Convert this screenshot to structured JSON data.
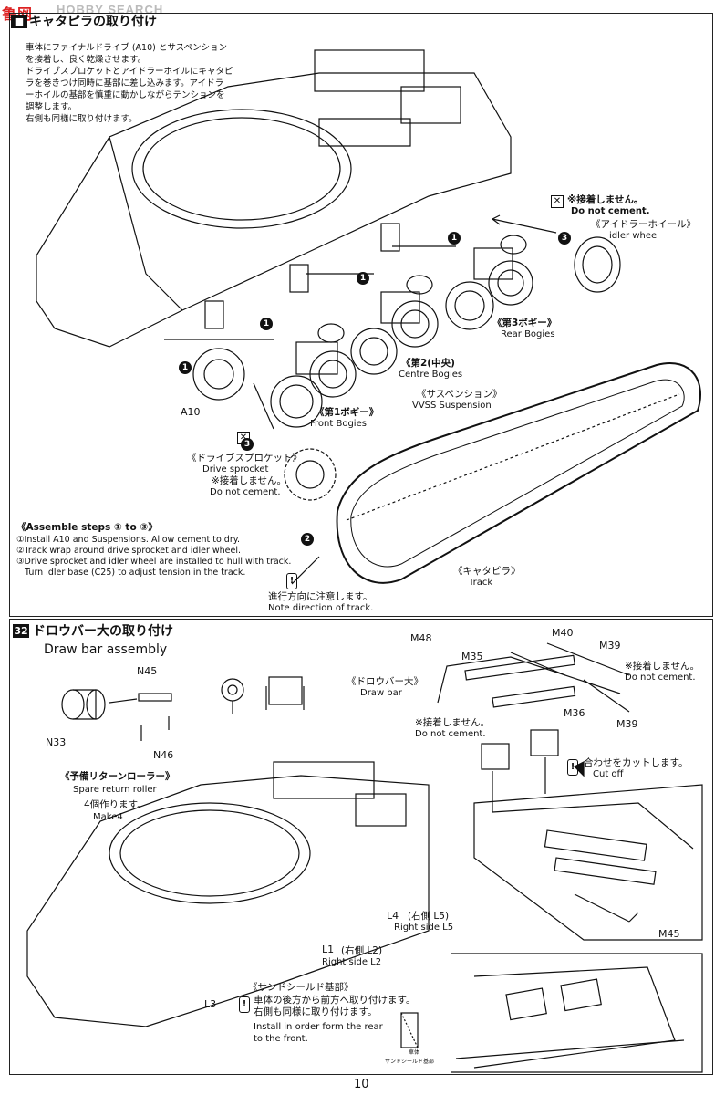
{
  "watermark": {
    "brand": "HOBBY SEARCH",
    "logo": "鲁网"
  },
  "step31": {
    "title": "キャタピラの取り付け",
    "instructions_jp": [
      "車体にファイナルドライブ (A10) とサスペンション",
      "を接着し、良く乾燥させます。",
      "ドライブスプロケットとアイドラーホイルにキャタピ",
      "ラを巻きつけ同時に基部に差し込みます。アイドラ",
      "ーホイルの基部を慎重に動かしながらテンションを",
      "調整します。",
      "右側も同様に取り付けます。"
    ],
    "no_cement_jp": "※接着しません。",
    "no_cement_en": "Do not cement.",
    "idler_jp": "《アイドラーホイール》",
    "idler_en": "idler wheel",
    "rear_jp": "《第3ボギー》",
    "rear_en": "Rear Bogies",
    "centre_jp": "《第2(中央)",
    "centre_en": "Centre Bogies",
    "susp_jp": "《サスペンション》",
    "susp_en": "VVSS Suspension",
    "front_jp": "《第1ボギー》",
    "front_en": "Front Bogies",
    "a10": "A10",
    "sprocket_jp": "《ドライブスプロケット》",
    "sprocket_en": "Drive sprocket",
    "sprocket_nc_jp": "※接着しません。",
    "sprocket_nc_en": "Do not cement.",
    "track_jp": "《キャタピラ》",
    "track_en": "Track",
    "note_jp": "進行方向に注意します。",
    "note_en": "Note direction of track.",
    "assemble_title": "《Assemble steps ① to ③》",
    "assemble_steps": [
      "①Install A10 and Suspensions. Allow cement to dry.",
      "②Track wrap around drive sprocket and idler wheel.",
      "③Drive sprocket and idler wheel are installed to hull with track.",
      "   Turn idler base (C25) to adjust tension in the track."
    ]
  },
  "step32": {
    "number": "32",
    "title_jp": "ドロウバー大の取り付け",
    "title_en": "Draw bar assembly",
    "n45": "N45",
    "n33": "N33",
    "n46": "N46",
    "roller_jp": "《予備リターンローラー》",
    "roller_en": "Spare return roller",
    "make_jp": "4個作ります。",
    "make_en": "Make4",
    "m48": "M48",
    "m35": "M35",
    "m40": "M40",
    "m39a": "M39",
    "m39b": "M39",
    "m36": "M36",
    "m45": "M45",
    "drawbar_jp": "《ドロウバー大》",
    "drawbar_en": "Draw bar",
    "nc1_jp": "※接着しません。",
    "nc1_en": "Do not cement.",
    "nc2_jp": "※接着しません。",
    "nc2_en": "Do not cement.",
    "cut_jp": "合わせをカットします。",
    "cut_en": "Cut off",
    "l4": "L4",
    "l4_jp": "(右側 L5)",
    "l4_en": "Right side L5",
    "l1": "L1",
    "l1_jp": "(右側 L2)",
    "l1_en": "Right side L2",
    "l3": "L3",
    "sand_jp": "《サンドシールド基部》",
    "sand_line1_jp": "車体の後方から前方へ取り付けます。",
    "sand_line2_jp": "右側も同様に取り付けます。",
    "sand_en1": "Install in order form the rear",
    "sand_en2": "to the front.",
    "tiny1": "車体",
    "tiny2": "サンドシールド基部"
  },
  "page_number": "10"
}
